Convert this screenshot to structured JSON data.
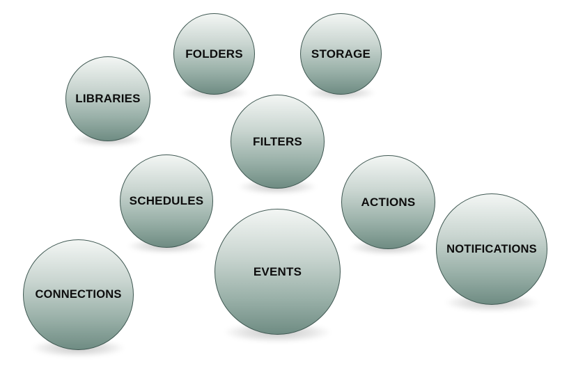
{
  "diagram": {
    "bubbles": [
      {
        "key": "folders",
        "label": "FOLDERS"
      },
      {
        "key": "storage",
        "label": "STORAGE"
      },
      {
        "key": "libraries",
        "label": "LIBRARIES"
      },
      {
        "key": "filters",
        "label": "FILTERS"
      },
      {
        "key": "schedules",
        "label": "SCHEDULES"
      },
      {
        "key": "actions",
        "label": "ACTIONS"
      },
      {
        "key": "notifications",
        "label": "NOTIFICATIONS"
      },
      {
        "key": "events",
        "label": "EVENTS"
      },
      {
        "key": "connections",
        "label": "CONNECTIONS"
      }
    ]
  }
}
